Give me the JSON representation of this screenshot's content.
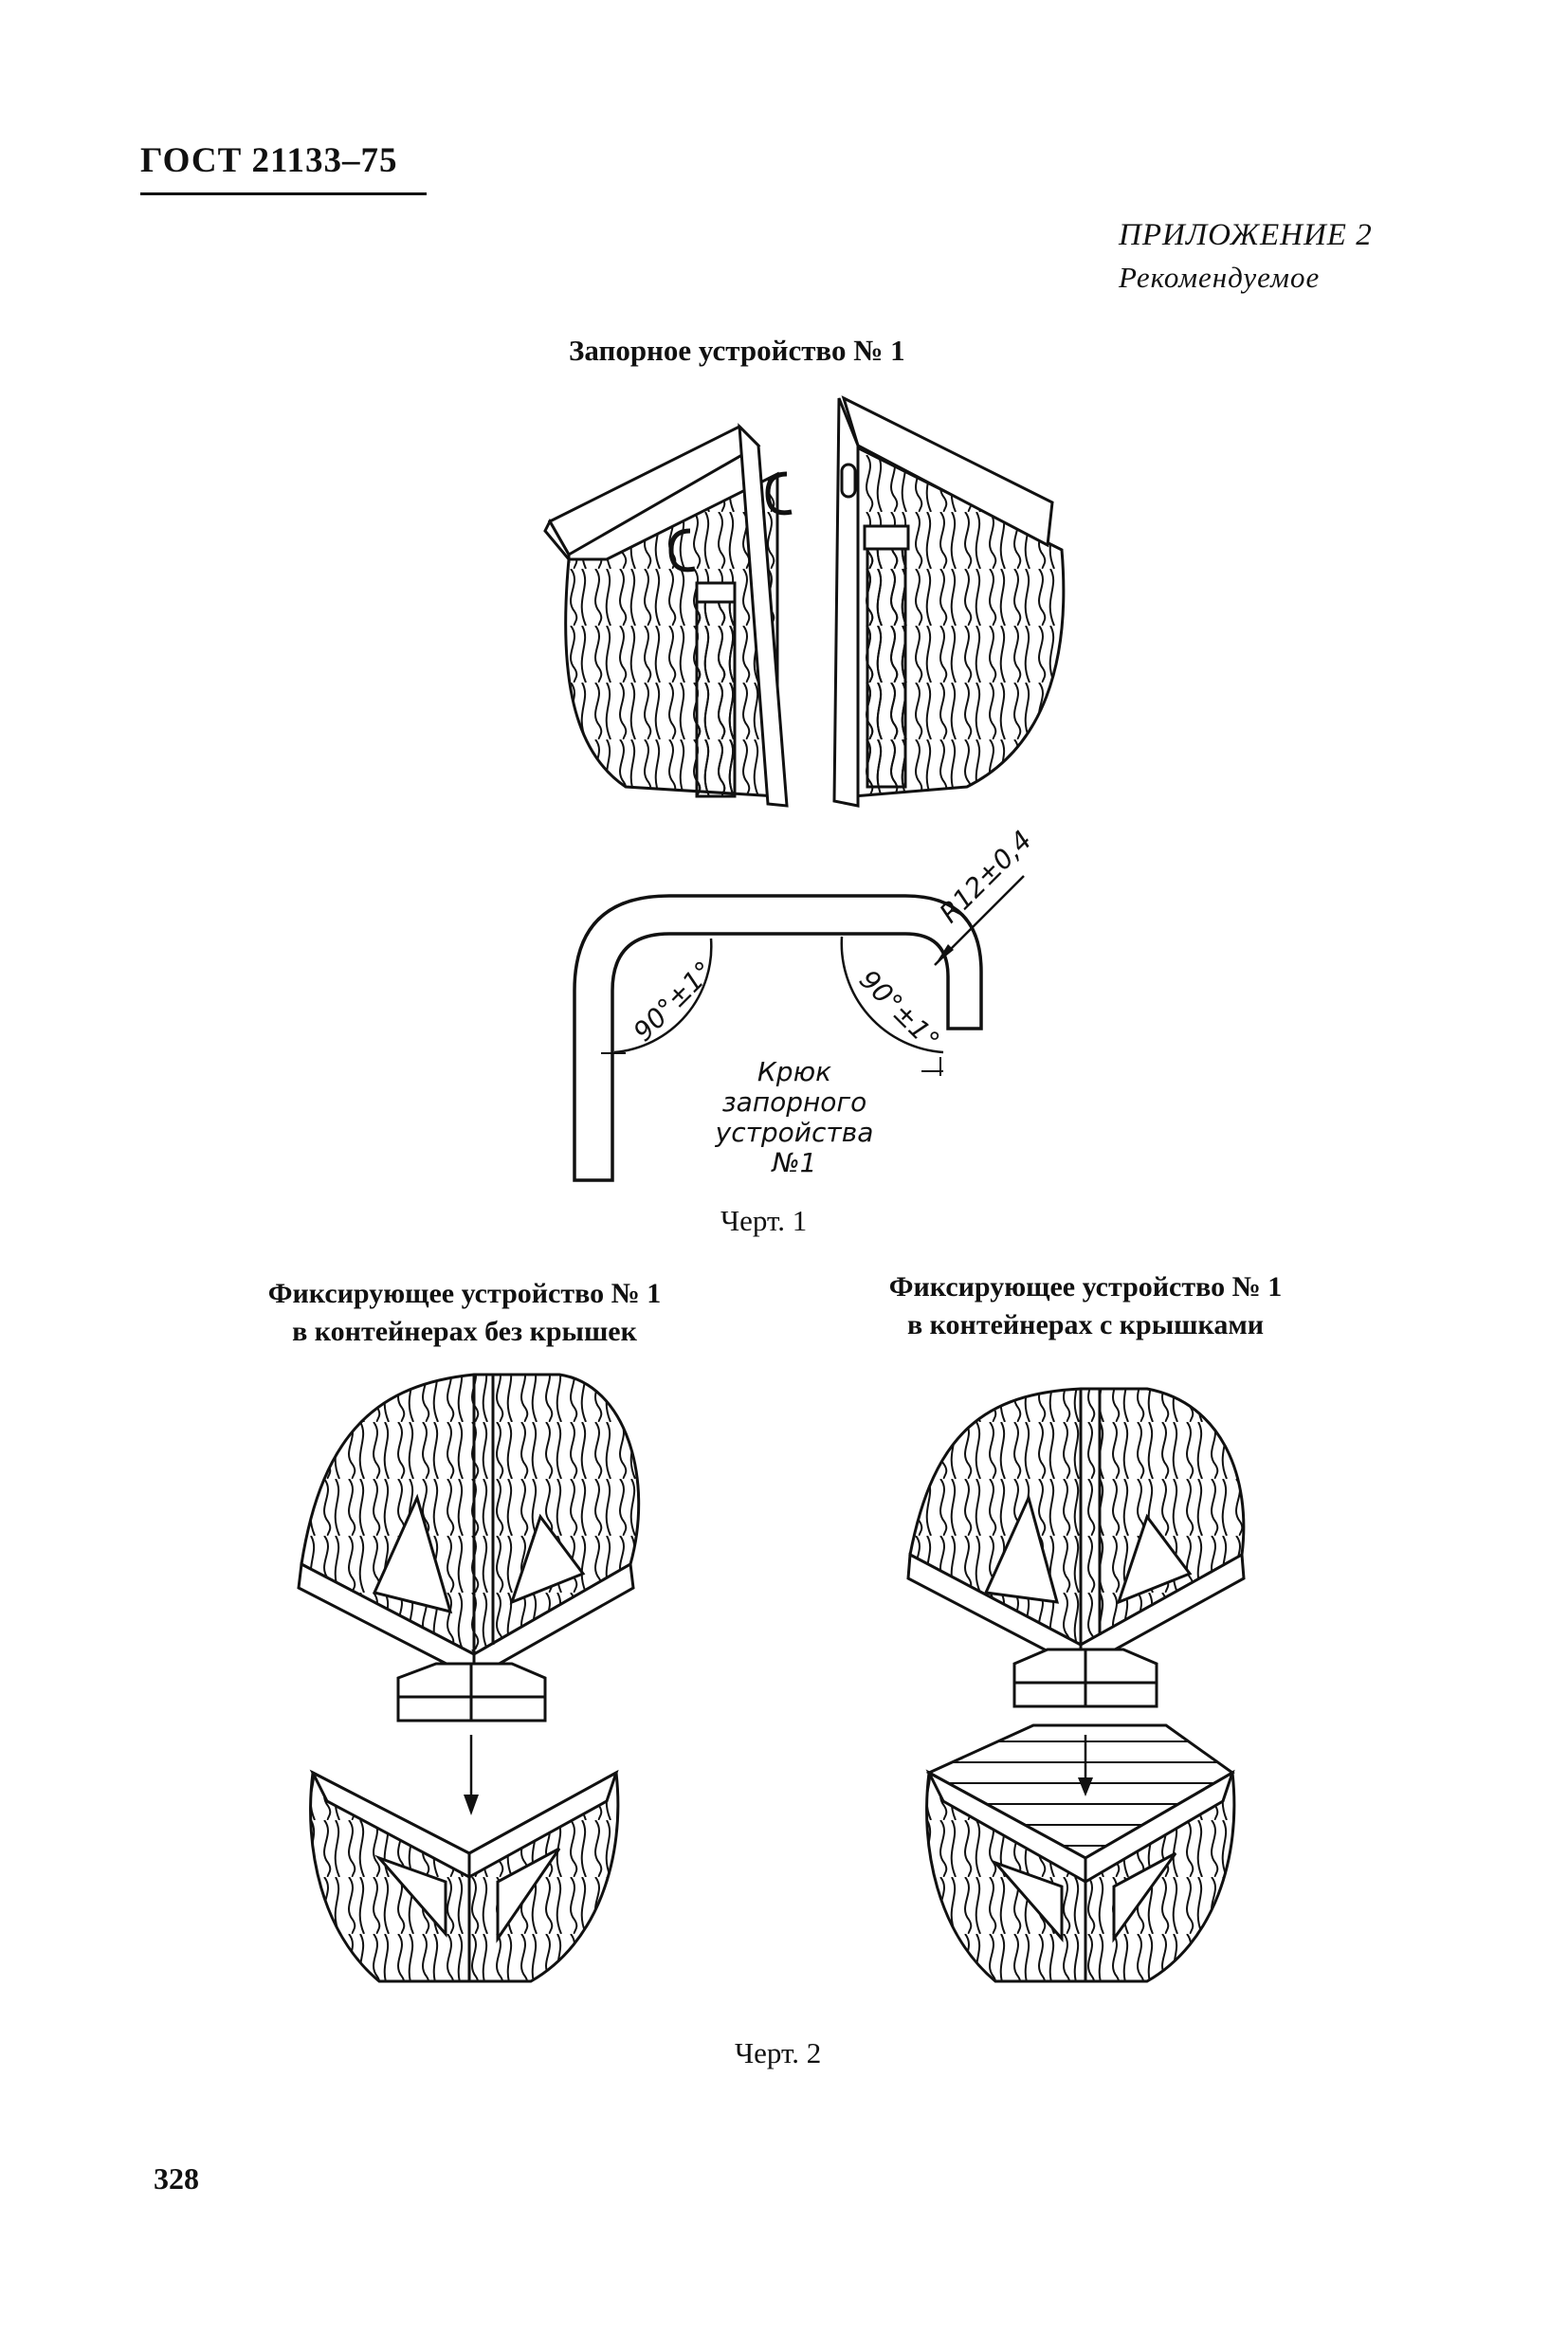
{
  "header": {
    "standard": "ГОСТ 21133–75"
  },
  "appendix": {
    "title": "ПРИЛОЖЕНИЕ 2",
    "status": "Рекомендуемое"
  },
  "figure1": {
    "title": "Запорное устройство № 1",
    "radius_label": "R12±0,4",
    "angle_left": "90°±1°",
    "angle_right": "90°±1°",
    "hook_label": [
      "Крюк",
      "запорного",
      "устройства",
      "№1"
    ],
    "caption": "Черт. 1"
  },
  "figure2": {
    "left_title": [
      "Фиксирующее устройство № 1",
      "в контейнерах без крышек"
    ],
    "right_title": [
      "Фиксирующее устройство № 1",
      "в контейнерах с крышками"
    ],
    "caption": "Черт. 2"
  },
  "page_number": "328"
}
